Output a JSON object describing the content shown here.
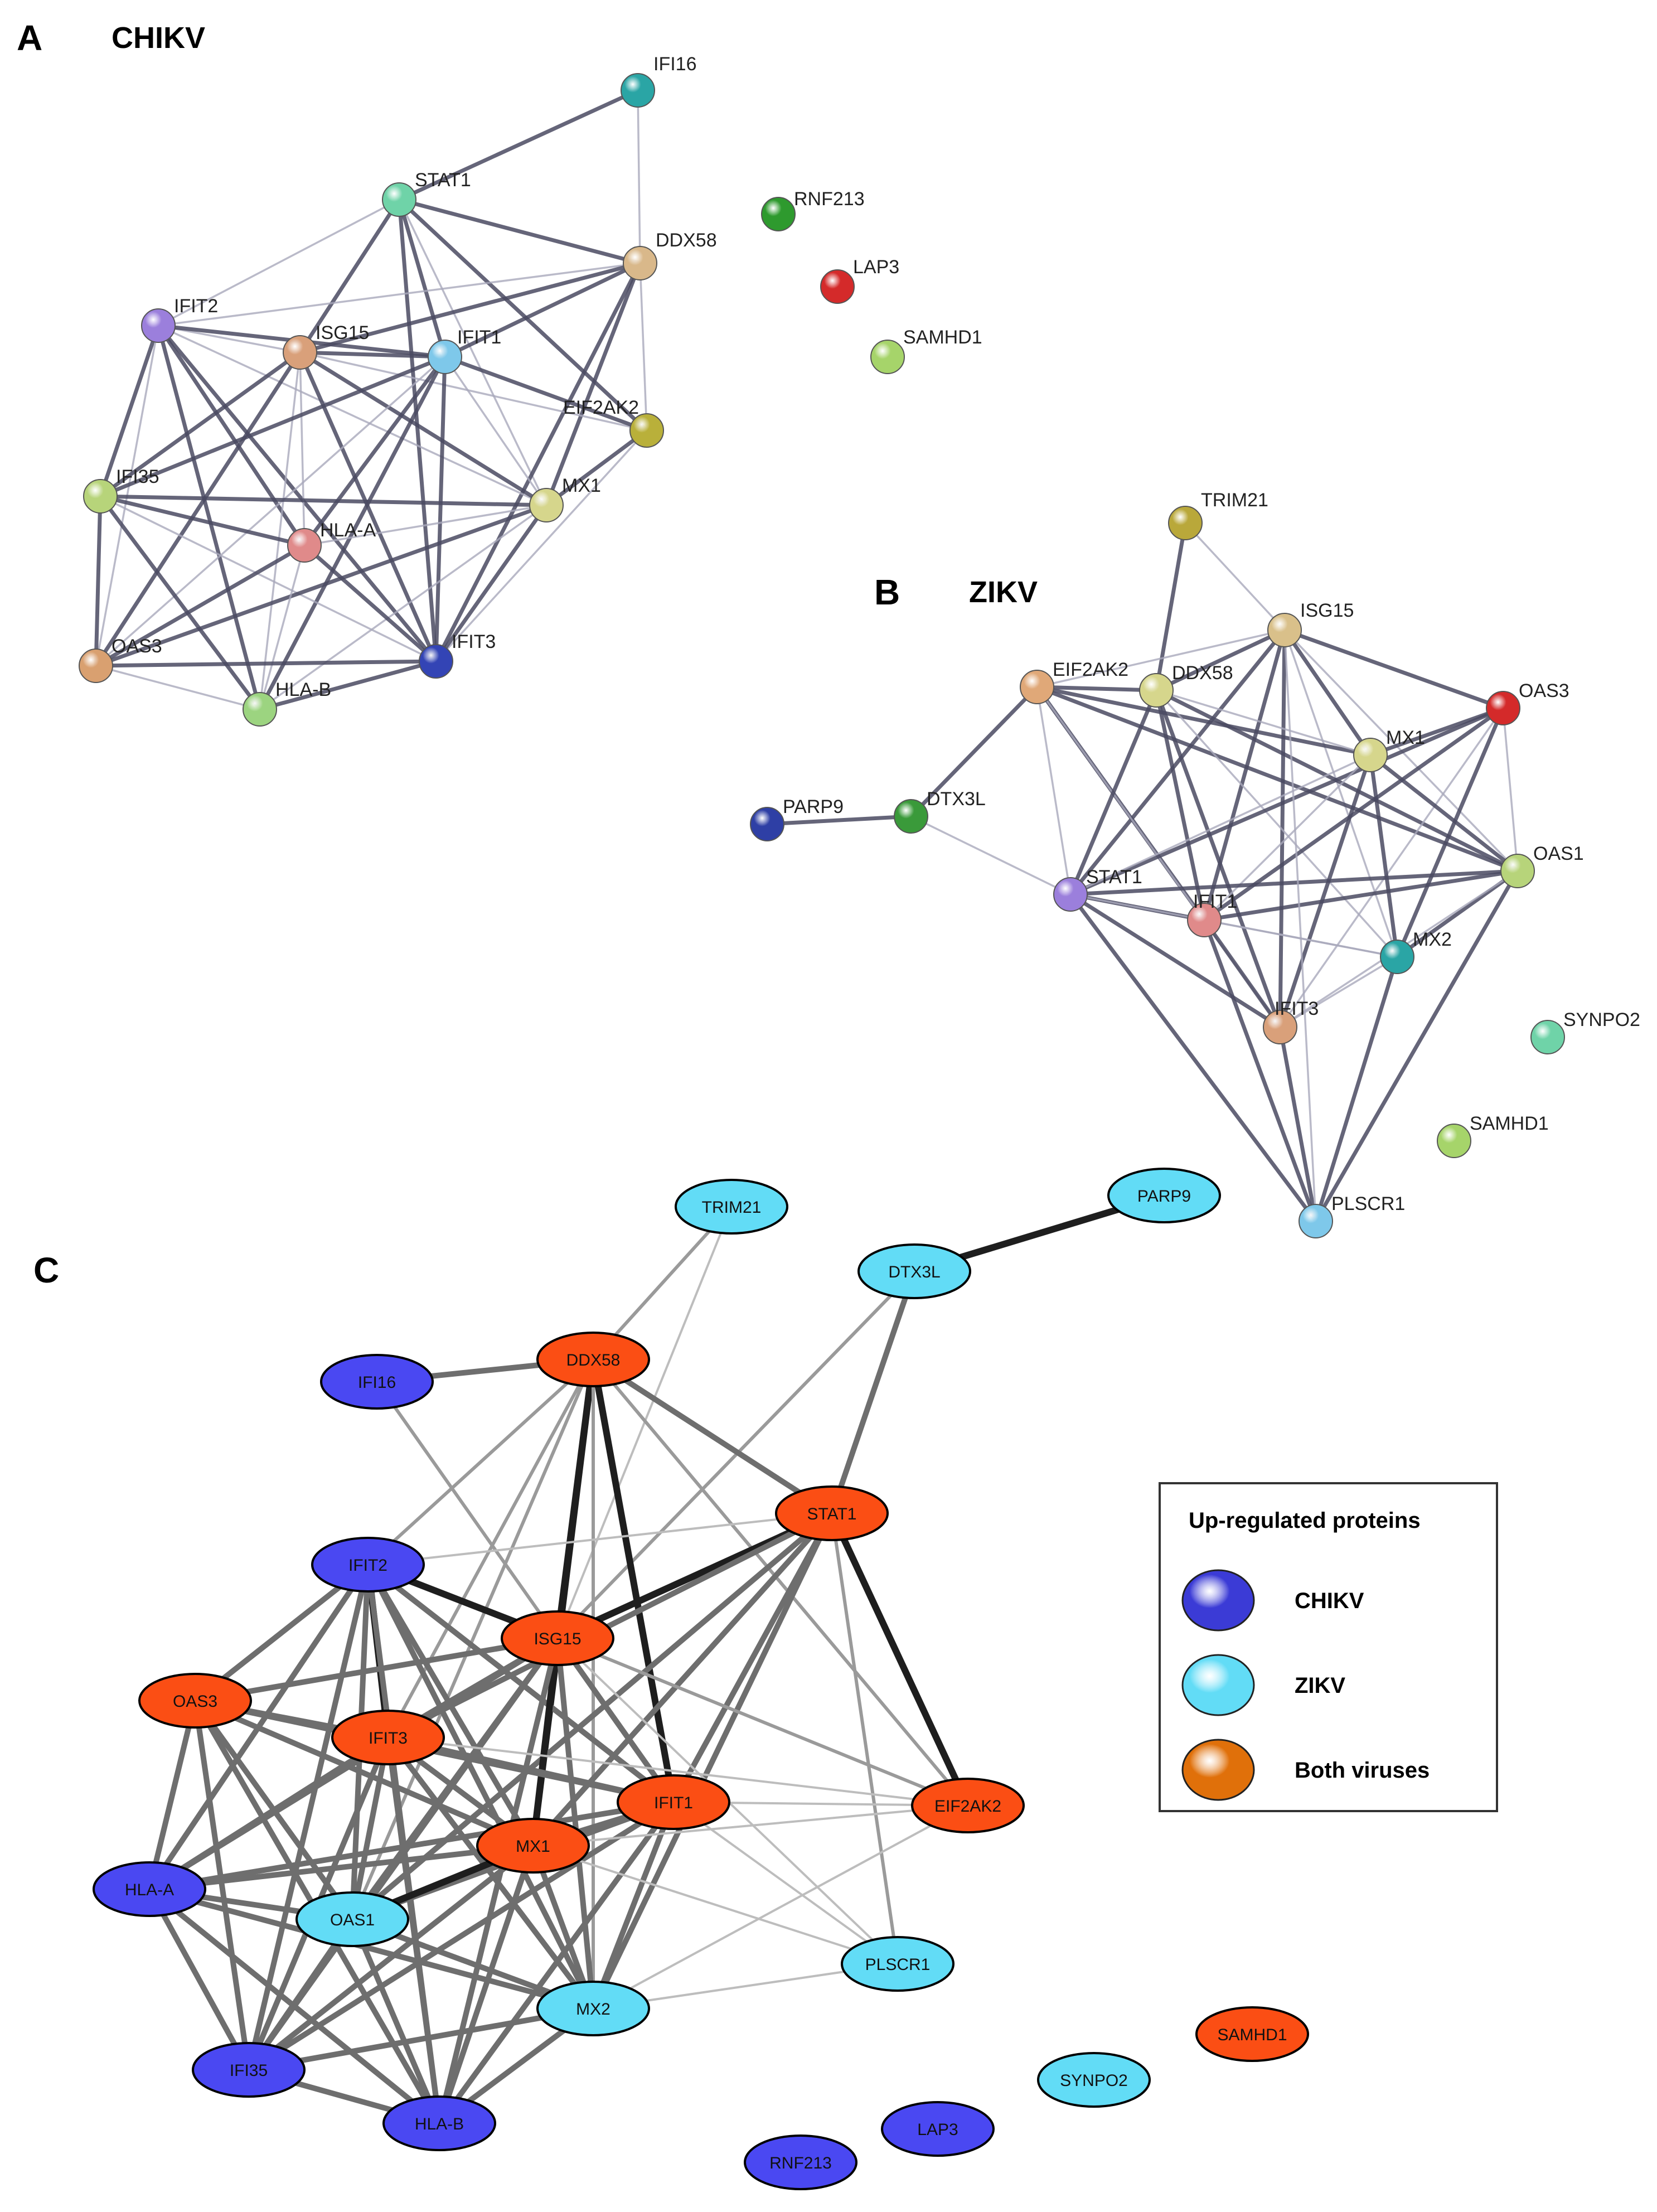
{
  "panels": {
    "a": {
      "letter": "A",
      "title": "CHIKV",
      "nodes": [
        {
          "id": "IFI16",
          "label": "IFI16",
          "color": "#2aa5a5"
        },
        {
          "id": "RNF213",
          "label": "RNF213",
          "color": "#2e9a2e"
        },
        {
          "id": "STAT1",
          "label": "STAT1",
          "color": "#6fd3a8"
        },
        {
          "id": "DDX58",
          "label": "DDX58",
          "color": "#d9b88a"
        },
        {
          "id": "LAP3",
          "label": "LAP3",
          "color": "#d42a2a"
        },
        {
          "id": "IFIT2",
          "label": "IFIT2",
          "color": "#9b7fdc"
        },
        {
          "id": "ISG15",
          "label": "ISG15",
          "color": "#d9a07a"
        },
        {
          "id": "IFIT1",
          "label": "IFIT1",
          "color": "#7ec8ea"
        },
        {
          "id": "SAMHD1",
          "label": "SAMHD1",
          "color": "#a6d46a"
        },
        {
          "id": "EIF2AK2",
          "label": "EIF2AK2",
          "color": "#b9b03a"
        },
        {
          "id": "IFI35",
          "label": "IFI35",
          "color": "#b7d47a"
        },
        {
          "id": "MX1",
          "label": "MX1",
          "color": "#d6d68c"
        },
        {
          "id": "HLA-A",
          "label": "HLA-A",
          "color": "#e08a8a"
        },
        {
          "id": "IFIT3",
          "label": "IFIT3",
          "color": "#3344b5"
        },
        {
          "id": "OAS3",
          "label": "OAS3",
          "color": "#d9a070"
        },
        {
          "id": "HLA-B",
          "label": "HLA-B",
          "color": "#9cd480"
        }
      ],
      "edges": [
        [
          "IFI16",
          "DDX58"
        ],
        [
          "IFI16",
          "STAT1"
        ],
        [
          "STAT1",
          "DDX58"
        ],
        [
          "STAT1",
          "IFIT2"
        ],
        [
          "STAT1",
          "ISG15"
        ],
        [
          "STAT1",
          "IFIT1"
        ],
        [
          "STAT1",
          "MX1"
        ],
        [
          "STAT1",
          "IFIT3"
        ],
        [
          "STAT1",
          "EIF2AK2"
        ],
        [
          "DDX58",
          "IFIT2"
        ],
        [
          "DDX58",
          "ISG15"
        ],
        [
          "DDX58",
          "IFIT1"
        ],
        [
          "DDX58",
          "EIF2AK2"
        ],
        [
          "DDX58",
          "MX1"
        ],
        [
          "DDX58",
          "IFIT3"
        ],
        [
          "IFIT2",
          "ISG15"
        ],
        [
          "IFIT2",
          "IFIT1"
        ],
        [
          "IFIT2",
          "IFI35"
        ],
        [
          "IFIT2",
          "MX1"
        ],
        [
          "IFIT2",
          "HLA-A"
        ],
        [
          "IFIT2",
          "IFIT3"
        ],
        [
          "IFIT2",
          "OAS3"
        ],
        [
          "IFIT2",
          "HLA-B"
        ],
        [
          "ISG15",
          "IFIT1"
        ],
        [
          "ISG15",
          "EIF2AK2"
        ],
        [
          "ISG15",
          "IFI35"
        ],
        [
          "ISG15",
          "MX1"
        ],
        [
          "ISG15",
          "HLA-A"
        ],
        [
          "ISG15",
          "IFIT3"
        ],
        [
          "ISG15",
          "OAS3"
        ],
        [
          "ISG15",
          "HLA-B"
        ],
        [
          "IFIT1",
          "EIF2AK2"
        ],
        [
          "IFIT1",
          "IFI35"
        ],
        [
          "IFIT1",
          "MX1"
        ],
        [
          "IFIT1",
          "HLA-A"
        ],
        [
          "IFIT1",
          "IFIT3"
        ],
        [
          "IFIT1",
          "OAS3"
        ],
        [
          "IFIT1",
          "HLA-B"
        ],
        [
          "EIF2AK2",
          "MX1"
        ],
        [
          "EIF2AK2",
          "IFIT3"
        ],
        [
          "IFI35",
          "MX1"
        ],
        [
          "IFI35",
          "HLA-A"
        ],
        [
          "IFI35",
          "IFIT3"
        ],
        [
          "IFI35",
          "OAS3"
        ],
        [
          "IFI35",
          "HLA-B"
        ],
        [
          "MX1",
          "HLA-A"
        ],
        [
          "MX1",
          "IFIT3"
        ],
        [
          "MX1",
          "OAS3"
        ],
        [
          "MX1",
          "HLA-B"
        ],
        [
          "HLA-A",
          "IFIT3"
        ],
        [
          "HLA-A",
          "OAS3"
        ],
        [
          "HLA-A",
          "HLA-B"
        ],
        [
          "IFIT3",
          "OAS3"
        ],
        [
          "IFIT3",
          "HLA-B"
        ],
        [
          "OAS3",
          "HLA-B"
        ]
      ]
    },
    "b": {
      "letter": "B",
      "title": "ZIKV",
      "nodes": [
        {
          "id": "TRIM21",
          "label": "TRIM21",
          "color": "#b9a83a"
        },
        {
          "id": "ISG15",
          "label": "ISG15",
          "color": "#d9c08a"
        },
        {
          "id": "EIF2AK2",
          "label": "EIF2AK2",
          "color": "#e0a878"
        },
        {
          "id": "DDX58",
          "label": "DDX58",
          "color": "#d6d68c"
        },
        {
          "id": "OAS3",
          "label": "OAS3",
          "color": "#d42a2a"
        },
        {
          "id": "MX1",
          "label": "MX1",
          "color": "#d6d68c"
        },
        {
          "id": "PARP9",
          "label": "PARP9",
          "color": "#2e3fa5"
        },
        {
          "id": "DTX3L",
          "label": "DTX3L",
          "color": "#3a9a3a"
        },
        {
          "id": "OAS1",
          "label": "OAS1",
          "color": "#b7d47a"
        },
        {
          "id": "STAT1",
          "label": "STAT1",
          "color": "#9b7fdc"
        },
        {
          "id": "IFIT1",
          "label": "IFIT1",
          "color": "#e08a8a"
        },
        {
          "id": "MX2",
          "label": "MX2",
          "color": "#2aa5a5"
        },
        {
          "id": "IFIT3",
          "label": "IFIT3",
          "color": "#d9a07a"
        },
        {
          "id": "SYNPO2",
          "label": "SYNPO2",
          "color": "#6fd3a8"
        },
        {
          "id": "SAMHD1",
          "label": "SAMHD1",
          "color": "#a6d46a"
        },
        {
          "id": "PLSCR1",
          "label": "PLSCR1",
          "color": "#7ec8ea"
        }
      ],
      "edges": [
        [
          "TRIM21",
          "ISG15"
        ],
        [
          "TRIM21",
          "DDX58"
        ],
        [
          "PARP9",
          "DTX3L"
        ],
        [
          "DTX3L",
          "STAT1"
        ],
        [
          "DTX3L",
          "EIF2AK2"
        ],
        [
          "ISG15",
          "DDX58"
        ],
        [
          "ISG15",
          "EIF2AK2"
        ],
        [
          "ISG15",
          "OAS3"
        ],
        [
          "ISG15",
          "MX1"
        ],
        [
          "ISG15",
          "OAS1"
        ],
        [
          "ISG15",
          "STAT1"
        ],
        [
          "ISG15",
          "IFIT1"
        ],
        [
          "ISG15",
          "MX2"
        ],
        [
          "ISG15",
          "IFIT3"
        ],
        [
          "EIF2AK2",
          "DDX58"
        ],
        [
          "EIF2AK2",
          "STAT1"
        ],
        [
          "EIF2AK2",
          "MX1"
        ],
        [
          "EIF2AK2",
          "IFIT1"
        ],
        [
          "EIF2AK2",
          "IFIT3"
        ],
        [
          "EIF2AK2",
          "OAS1"
        ],
        [
          "DDX58",
          "STAT1"
        ],
        [
          "DDX58",
          "MX1"
        ],
        [
          "DDX58",
          "IFIT1"
        ],
        [
          "DDX58",
          "IFIT3"
        ],
        [
          "DDX58",
          "MX2"
        ],
        [
          "DDX58",
          "OAS1"
        ],
        [
          "OAS3",
          "MX1"
        ],
        [
          "OAS3",
          "OAS1"
        ],
        [
          "OAS3",
          "IFIT1"
        ],
        [
          "OAS3",
          "MX2"
        ],
        [
          "OAS3",
          "IFIT3"
        ],
        [
          "OAS3",
          "STAT1"
        ],
        [
          "MX1",
          "OAS1"
        ],
        [
          "MX1",
          "IFIT1"
        ],
        [
          "MX1",
          "MX2"
        ],
        [
          "MX1",
          "IFIT3"
        ],
        [
          "MX1",
          "STAT1"
        ],
        [
          "OAS1",
          "IFIT1"
        ],
        [
          "OAS1",
          "MX2"
        ],
        [
          "OAS1",
          "IFIT3"
        ],
        [
          "OAS1",
          "STAT1"
        ],
        [
          "STAT1",
          "IFIT1"
        ],
        [
          "STAT1",
          "MX2"
        ],
        [
          "STAT1",
          "IFIT3"
        ],
        [
          "STAT1",
          "PLSCR1"
        ],
        [
          "IFIT1",
          "MX2"
        ],
        [
          "IFIT1",
          "IFIT3"
        ],
        [
          "IFIT1",
          "PLSCR1"
        ],
        [
          "MX2",
          "IFIT3"
        ],
        [
          "MX2",
          "PLSCR1"
        ],
        [
          "IFIT3",
          "PLSCR1"
        ],
        [
          "ISG15",
          "PLSCR1"
        ],
        [
          "OAS1",
          "PLSCR1"
        ]
      ]
    },
    "c": {
      "letter": "C",
      "nodes": [
        {
          "id": "TRIM21",
          "label": "TRIM21",
          "group": "zikv"
        },
        {
          "id": "PARP9",
          "label": "PARP9",
          "group": "zikv"
        },
        {
          "id": "DTX3L",
          "label": "DTX3L",
          "group": "zikv"
        },
        {
          "id": "IFI16",
          "label": "IFI16",
          "group": "chikv"
        },
        {
          "id": "DDX58",
          "label": "DDX58",
          "group": "both"
        },
        {
          "id": "STAT1",
          "label": "STAT1",
          "group": "both"
        },
        {
          "id": "IFIT2",
          "label": "IFIT2",
          "group": "chikv"
        },
        {
          "id": "ISG15",
          "label": "ISG15",
          "group": "both"
        },
        {
          "id": "OAS3",
          "label": "OAS3",
          "group": "both"
        },
        {
          "id": "IFIT3",
          "label": "IFIT3",
          "group": "both"
        },
        {
          "id": "IFIT1",
          "label": "IFIT1",
          "group": "both"
        },
        {
          "id": "EIF2AK2",
          "label": "EIF2AK2",
          "group": "both"
        },
        {
          "id": "MX1",
          "label": "MX1",
          "group": "both"
        },
        {
          "id": "HLA-A",
          "label": "HLA-A",
          "group": "chikv"
        },
        {
          "id": "OAS1",
          "label": "OAS1",
          "group": "zikv"
        },
        {
          "id": "PLSCR1",
          "label": "PLSCR1",
          "group": "zikv"
        },
        {
          "id": "MX2",
          "label": "MX2",
          "group": "zikv"
        },
        {
          "id": "SAMHD1",
          "label": "SAMHD1",
          "group": "both"
        },
        {
          "id": "IFI35",
          "label": "IFI35",
          "group": "chikv"
        },
        {
          "id": "SYNPO2",
          "label": "SYNPO2",
          "group": "zikv"
        },
        {
          "id": "HLA-B",
          "label": "HLA-B",
          "group": "chikv"
        },
        {
          "id": "LAP3",
          "label": "LAP3",
          "group": "chikv"
        },
        {
          "id": "RNF213",
          "label": "RNF213",
          "group": "chikv"
        }
      ],
      "edges": [
        [
          "DTX3L",
          "PARP9",
          3
        ],
        [
          "DTX3L",
          "STAT1",
          2
        ],
        [
          "DTX3L",
          "ISG15",
          1
        ],
        [
          "TRIM21",
          "ISG15",
          0
        ],
        [
          "TRIM21",
          "DDX58",
          1
        ],
        [
          "IFI16",
          "DDX58",
          2
        ],
        [
          "IFI16",
          "ISG15",
          1
        ],
        [
          "DDX58",
          "STAT1",
          2
        ],
        [
          "DDX58",
          "ISG15",
          3
        ],
        [
          "DDX58",
          "IFIT1",
          3
        ],
        [
          "DDX58",
          "MX1",
          3
        ],
        [
          "DDX58",
          "IFIT2",
          1
        ],
        [
          "DDX58",
          "IFIT3",
          1
        ],
        [
          "DDX58",
          "EIF2AK2",
          1
        ],
        [
          "DDX58",
          "OAS1",
          1
        ],
        [
          "DDX58",
          "MX2",
          1
        ],
        [
          "STAT1",
          "ISG15",
          3
        ],
        [
          "STAT1",
          "IFIT2",
          0
        ],
        [
          "STAT1",
          "EIF2AK2",
          3
        ],
        [
          "STAT1",
          "IFIT1",
          2
        ],
        [
          "STAT1",
          "MX1",
          2
        ],
        [
          "STAT1",
          "IFIT3",
          2
        ],
        [
          "STAT1",
          "MX2",
          2
        ],
        [
          "STAT1",
          "OAS1",
          2
        ],
        [
          "STAT1",
          "PLSCR1",
          1
        ],
        [
          "IFIT2",
          "ISG15",
          3
        ],
        [
          "IFIT2",
          "IFIT3",
          3
        ],
        [
          "IFIT2",
          "IFIT1",
          2
        ],
        [
          "IFIT2",
          "MX1",
          2
        ],
        [
          "IFIT2",
          "OAS3",
          2
        ],
        [
          "IFIT2",
          "HLA-A",
          2
        ],
        [
          "IFIT2",
          "IFI35",
          2
        ],
        [
          "IFIT2",
          "HLA-B",
          2
        ],
        [
          "IFIT2",
          "OAS1",
          2
        ],
        [
          "IFIT2",
          "MX2",
          2
        ],
        [
          "ISG15",
          "IFIT3",
          2
        ],
        [
          "ISG15",
          "IFIT1",
          2
        ],
        [
          "ISG15",
          "MX1",
          3
        ],
        [
          "ISG15",
          "EIF2AK2",
          1
        ],
        [
          "ISG15",
          "OAS3",
          2
        ],
        [
          "ISG15",
          "OAS1",
          2
        ],
        [
          "ISG15",
          "MX2",
          2
        ],
        [
          "ISG15",
          "PLSCR1",
          0
        ],
        [
          "ISG15",
          "HLA-A",
          2
        ],
        [
          "ISG15",
          "IFI35",
          2
        ],
        [
          "ISG15",
          "HLA-B",
          2
        ],
        [
          "OAS3",
          "IFIT3",
          2
        ],
        [
          "OAS3",
          "HLA-A",
          2
        ],
        [
          "OAS3",
          "IFI35",
          2
        ],
        [
          "OAS3",
          "HLA-B",
          2
        ],
        [
          "OAS3",
          "MX1",
          2
        ],
        [
          "OAS3",
          "IFIT1",
          2
        ],
        [
          "OAS3",
          "OAS1",
          2
        ],
        [
          "IFIT3",
          "IFIT1",
          2
        ],
        [
          "IFIT3",
          "MX1",
          2
        ],
        [
          "IFIT3",
          "HLA-A",
          2
        ],
        [
          "IFIT3",
          "OAS1",
          2
        ],
        [
          "IFIT3",
          "MX2",
          2
        ],
        [
          "IFIT3",
          "IFI35",
          2
        ],
        [
          "IFIT3",
          "HLA-B",
          2
        ],
        [
          "IFIT3",
          "EIF2AK2",
          0
        ],
        [
          "IFIT1",
          "MX1",
          2
        ],
        [
          "IFIT1",
          "EIF2AK2",
          0
        ],
        [
          "IFIT1",
          "PLSCR1",
          0
        ],
        [
          "IFIT1",
          "HLA-A",
          2
        ],
        [
          "IFIT1",
          "OAS1",
          2
        ],
        [
          "IFIT1",
          "MX2",
          2
        ],
        [
          "IFIT1",
          "IFI35",
          2
        ],
        [
          "IFIT1",
          "HLA-B",
          2
        ],
        [
          "MX1",
          "EIF2AK2",
          0
        ],
        [
          "MX1",
          "OAS1",
          3
        ],
        [
          "MX1",
          "MX2",
          2
        ],
        [
          "MX1",
          "HLA-A",
          2
        ],
        [
          "MX1",
          "IFI35",
          2
        ],
        [
          "MX1",
          "HLA-B",
          2
        ],
        [
          "MX1",
          "PLSCR1",
          0
        ],
        [
          "HLA-A",
          "OAS1",
          2
        ],
        [
          "HLA-A",
          "IFI35",
          2
        ],
        [
          "HLA-A",
          "HLA-B",
          2
        ],
        [
          "HLA-A",
          "MX2",
          2
        ],
        [
          "OAS1",
          "MX2",
          2
        ],
        [
          "OAS1",
          "IFI35",
          2
        ],
        [
          "OAS1",
          "HLA-B",
          2
        ],
        [
          "MX2",
          "IFI35",
          2
        ],
        [
          "MX2",
          "HLA-B",
          2
        ],
        [
          "MX2",
          "PLSCR1",
          0
        ],
        [
          "MX2",
          "EIF2AK2",
          0
        ],
        [
          "IFI35",
          "HLA-B",
          2
        ]
      ]
    }
  },
  "legend": {
    "title": "Up-regulated proteins",
    "items": [
      {
        "label": "CHIKV",
        "color": "#3b3bd6"
      },
      {
        "label": "ZIKV",
        "color": "#62dcf6"
      },
      {
        "label": "Both viruses",
        "color": "#e0700a"
      }
    ]
  },
  "colors": {
    "chikv": "#4a48f2",
    "zikv": "#62dcf6",
    "both": "#fb4e14"
  }
}
